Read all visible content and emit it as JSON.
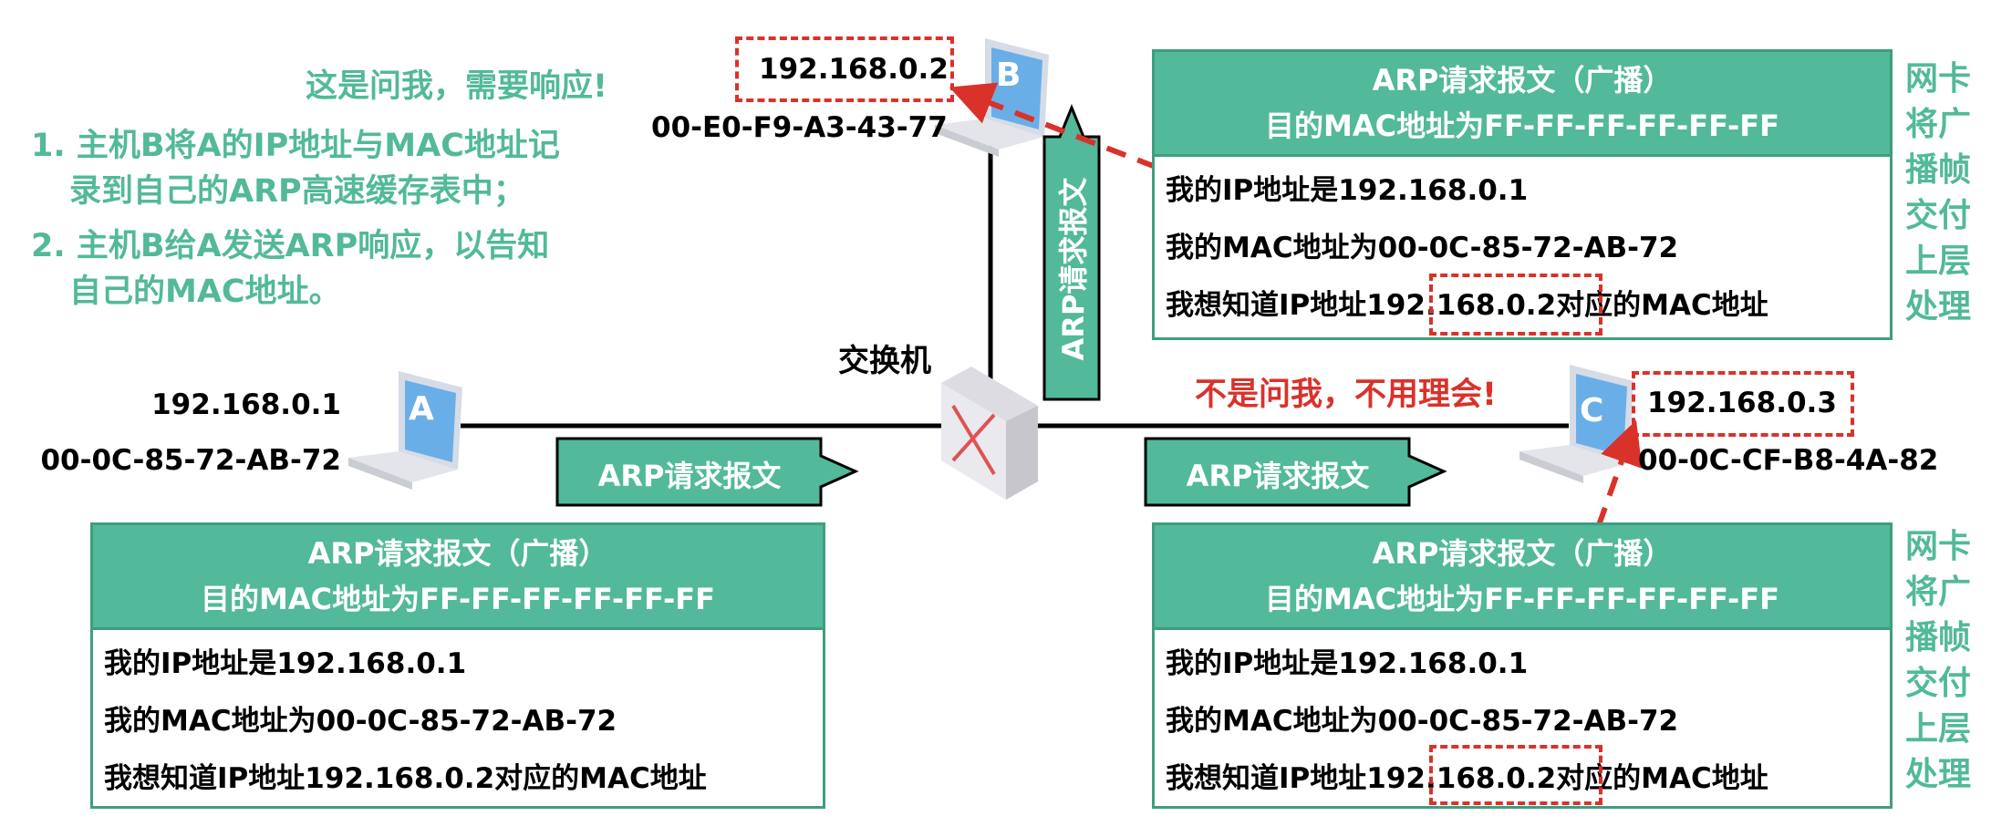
{
  "notes_b": {
    "title": "这是问我，需要响应!",
    "item1_line1": "1. 主机B将A的IP地址与MAC地址记",
    "item1_line2": "录到自己的ARP高速缓存表中；",
    "item2_line1": "2. 主机B给A发送ARP响应，以告知",
    "item2_line2": "自己的MAC地址。"
  },
  "host_a": {
    "letter": "A",
    "ip": "192.168.0.1",
    "mac": "00-0C-85-72-AB-72"
  },
  "host_b": {
    "letter": "B",
    "ip": "192.168.0.2",
    "mac": "00-E0-F9-A3-43-77"
  },
  "host_c": {
    "letter": "C",
    "ip": "192.168.0.3",
    "mac": "00-0C-CF-B8-4A-82"
  },
  "switch": {
    "label": "交换机"
  },
  "arrows": {
    "left": "ARP请求报文",
    "right": "ARP请求报文",
    "vertical": "ARP请求报文"
  },
  "note_c": "不是问我，不用理会!",
  "packet": {
    "header_line1": "ARP请求报文（广播）",
    "header_line2": "目的MAC地址为FF-FF-FF-FF-FF-FF",
    "line1": "我的IP地址是192.168.0.1",
    "line2": "我的MAC地址为00-0C-85-72-AB-72",
    "line3_prefix": "我想知道IP地址",
    "line3_ip": "192.168.0.2",
    "line3_suffix": "对应的MAC地址"
  },
  "side_note": "网卡将广播帧交付上层处理",
  "colors": {
    "green": "#52b99a",
    "red": "#d9322a"
  }
}
